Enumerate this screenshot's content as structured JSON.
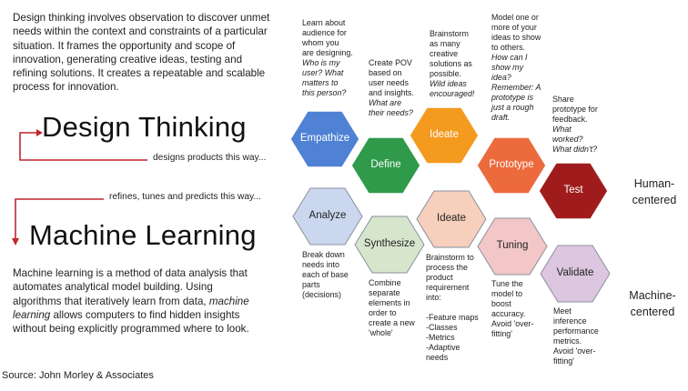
{
  "intro_text": "Design thinking involves observation to discover unmet needs within the context and constraints of a particular situation.  It frames the opportunity and scope of innovation, generating creative ideas, testing and refining solutions.  It creates a repeatable and scalable process for innovation.",
  "design_thinking_title": "Design Thinking",
  "design_note": "designs products this way...",
  "ml_note": "refines, tunes and predicts this way...",
  "machine_learning_title": "Machine Learning",
  "ml_description": {
    "part1": "Machine learning is a method of data analysis that automates analytical model building. Using algorithms that iteratively learn from data, ",
    "emph": "machine learning",
    "part2": " allows computers to find hidden insights without being explicitly programmed where to look."
  },
  "source": "Source:  John Morley & Associates",
  "human_centered": [
    "Human-",
    "centered"
  ],
  "machine_centered": [
    "Machine-",
    "centered"
  ],
  "colors": {
    "empathize": "#4f81d4",
    "define": "#2e9a4a",
    "ideate_top": "#f39a1f",
    "prototype": "#ec6a3c",
    "test": "#a01c1c",
    "analyze": "#cad7ee",
    "synthesize": "#d6e6cc",
    "ideate_bottom": "#f6cfbd",
    "tuning": "#f3c7c7",
    "validate": "#ddc6df"
  },
  "hexagons": {
    "empathize": "Empathize",
    "define": "Define",
    "ideate_top": "Ideate",
    "prototype": "Prototype",
    "test": "Test",
    "analyze": "Analyze",
    "synthesize": "Synthesize",
    "ideate_bottom": "Ideate",
    "tuning": "Tuning",
    "validate": "Validate"
  },
  "captions": {
    "empathize": {
      "lines": [
        "Learn about",
        "audience for",
        "whom you",
        "are designing."
      ],
      "italic": [
        "Who is my",
        "user? What",
        "matters to",
        "this person?"
      ]
    },
    "define": {
      "lines": [
        "Create POV",
        "based on",
        "user needs",
        "and insights."
      ],
      "italic": [
        "What are",
        "their needs?"
      ]
    },
    "ideate_top": {
      "lines": [
        "Brainstorm",
        "as many",
        "creative",
        "solutions as",
        "possible."
      ],
      "italic": [
        "Wild ideas",
        "encouraged!"
      ]
    },
    "prototype": {
      "lines": [
        "Model one or",
        "more of your",
        "ideas to show",
        "to others."
      ],
      "italic": [
        "How can I",
        "show my",
        "idea?",
        "Remember: A",
        "prototype is",
        "just a rough",
        "draft."
      ]
    },
    "test": {
      "lines": [
        "Share",
        "prototype for",
        "feedback."
      ],
      "italic": [
        "What",
        "worked?",
        "What didn't?"
      ]
    },
    "analyze": {
      "lines": [
        "Break down",
        "needs into",
        "each of base",
        "parts",
        "(decisions)"
      ]
    },
    "synthesize": {
      "lines": [
        "Combine",
        "separate",
        "elements in",
        "order to",
        "create a new",
        "'whole'"
      ]
    },
    "ideate_bottom": {
      "lines": [
        "Brainstorm to",
        "process the",
        "product",
        "requirement",
        "into:",
        "",
        "-Feature maps",
        "-Classes",
        "-Metrics",
        "-Adaptive",
        "needs"
      ]
    },
    "tuning": {
      "lines": [
        "Tune the",
        "model to",
        "boost",
        "accuracy.",
        "Avoid 'over-",
        "fitting'"
      ]
    },
    "validate": {
      "lines": [
        "Meet",
        "inference",
        "performance",
        "metrics.",
        "Avoid 'over-",
        "fitting'"
      ]
    }
  }
}
